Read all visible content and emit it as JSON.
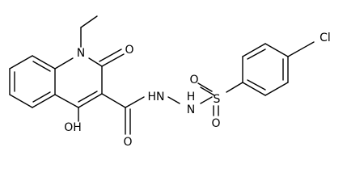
{
  "molecule": {
    "labels": {
      "n1": "N",
      "ethyl_ch3": "",
      "o_carbonyl_ring": "O",
      "oh": "OH",
      "o_amide": "O",
      "hn1": "HN",
      "hn2": "N",
      "hn2_h": "H",
      "s": "S",
      "o_s1": "O",
      "o_s2": "O",
      "cl": "Cl"
    }
  }
}
